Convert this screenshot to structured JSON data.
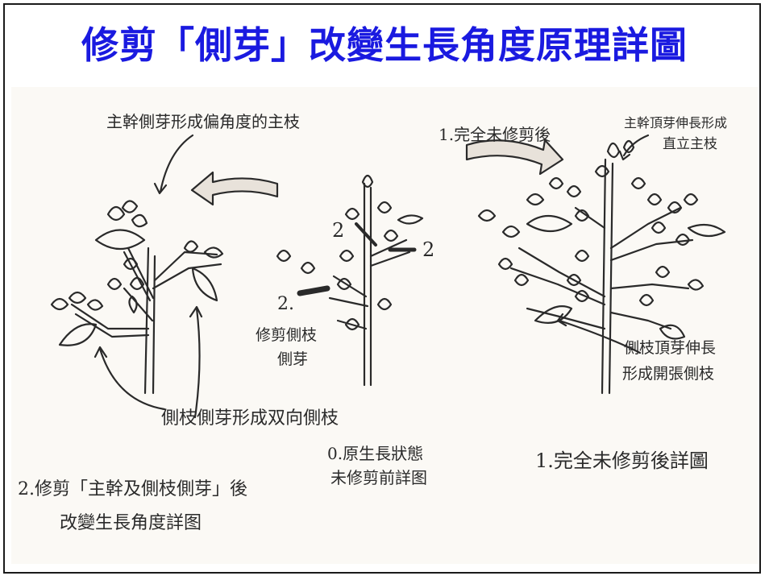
{
  "title": "修剪「側芽」改變生長角度原理詳圖",
  "colors": {
    "title": "#1a1ae0",
    "ink": "#2a2a2a",
    "paper": "#fbf9f5",
    "frame": "#1a1a1a"
  },
  "labels": {
    "top_left_note": "主幹側芽形成偏角度的主枝",
    "stage1_heading": "1.完全未修剪後",
    "top_right_note_1": "主幹頂芽伸長形成",
    "top_right_note_2": "直立主枝",
    "cut_mark_a": "2",
    "cut_mark_b": "2",
    "cut_mark_c": "2.",
    "cut_note_1": "修剪側枝",
    "cut_note_2": "側芽",
    "right_side_note_1": "側枝頂芽伸長",
    "right_side_note_2": "形成開張側枝",
    "bottom_left_note": "側枝側芽形成双向側枝",
    "caption_1": "1.完全未修剪後詳圖",
    "caption_0_line1": "0.原生長狀態",
    "caption_0_line2": "未修剪前詳图",
    "caption_2_line1": "2.修剪「主幹及側枝側芽」後",
    "caption_2_line2": "改變生長角度詳图"
  }
}
